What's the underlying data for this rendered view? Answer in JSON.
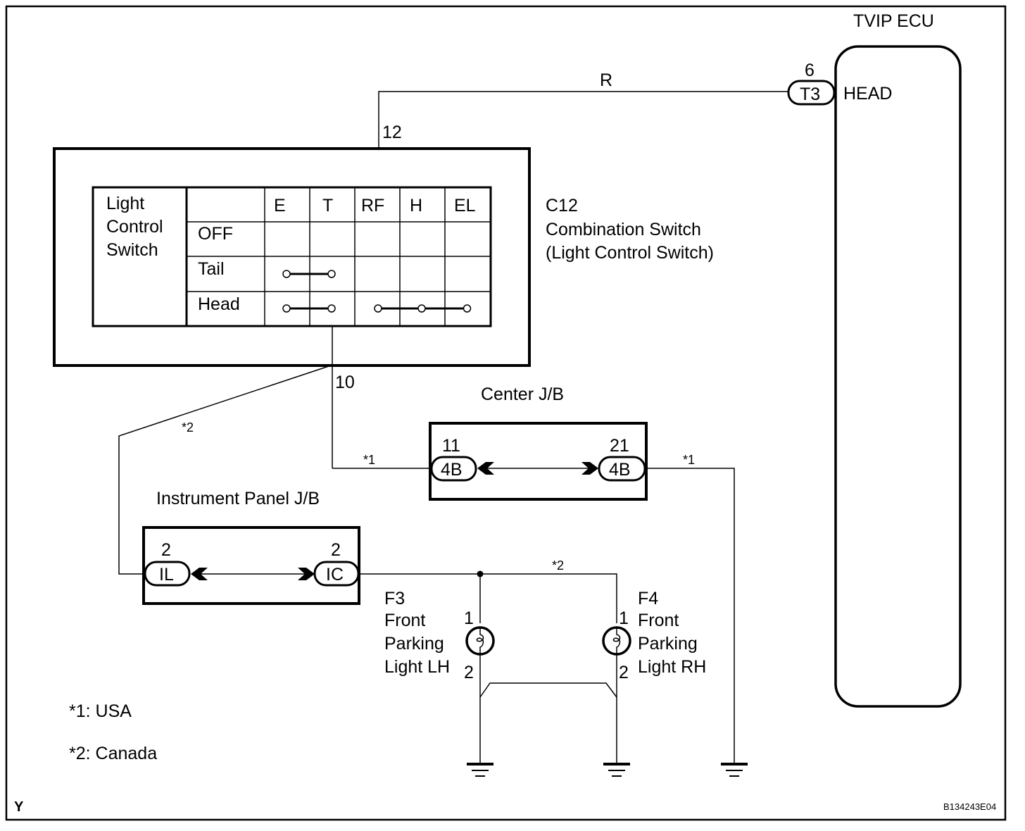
{
  "diagram": {
    "figure_id": "B134243E04",
    "corner_mark": "Y",
    "colors": {
      "line": "#000000",
      "background": "#ffffff"
    }
  },
  "tvip_ecu": {
    "title": "TVIP ECU",
    "terminal_label": "HEAD",
    "connector": {
      "code": "T3",
      "pin": "6"
    }
  },
  "wire_color_label": "R",
  "combination_switch": {
    "code": "C12",
    "name": "Combination Switch",
    "subtitle": "(Light Control Switch)",
    "pin_top": "12",
    "pin_bottom": "10",
    "table": {
      "title_lines": [
        "Light",
        "Control",
        "Switch"
      ],
      "columns": [
        "E",
        "T",
        "RF",
        "H",
        "EL"
      ],
      "rows": [
        {
          "label": "OFF",
          "connections": []
        },
        {
          "label": "Tail",
          "connections": [
            [
              "E",
              "T"
            ]
          ]
        },
        {
          "label": "Head",
          "connections": [
            [
              "E",
              "T"
            ],
            [
              "RF",
              "H",
              "EL"
            ]
          ]
        }
      ]
    }
  },
  "center_jb": {
    "title": "Center J/B",
    "left": {
      "code": "4B",
      "pin": "11"
    },
    "right": {
      "code": "4B",
      "pin": "21"
    }
  },
  "instrument_panel_jb": {
    "title": "Instrument Panel J/B",
    "left": {
      "code": "IL",
      "pin": "2"
    },
    "right": {
      "code": "IC",
      "pin": "2"
    }
  },
  "wire_notes": {
    "usa_left": "*1",
    "usa_right": "*1",
    "canada_diag": "*2",
    "canada_lights": "*2"
  },
  "lights": [
    {
      "code": "F3",
      "lines": [
        "Front",
        "Parking",
        "Light LH"
      ],
      "pin1": "1",
      "pin2": "2"
    },
    {
      "code": "F4",
      "lines": [
        "Front",
        "Parking",
        "Light RH"
      ],
      "pin1": "1",
      "pin2": "2"
    }
  ],
  "legend": [
    {
      "label": "*1: USA"
    },
    {
      "label": "*2: Canada"
    }
  ]
}
